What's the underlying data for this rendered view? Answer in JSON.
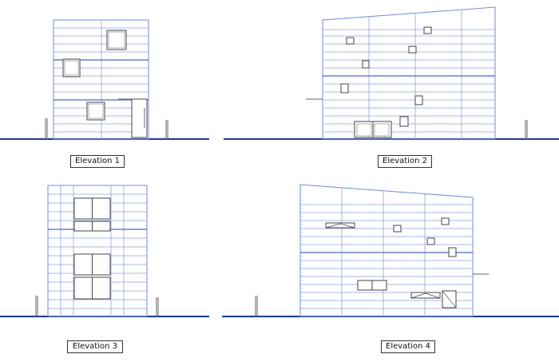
{
  "labels": {
    "elev1": "Elevation 1",
    "elev2": "Elevation 2",
    "elev3": "Elevation 3",
    "elev4": "Elevation 4"
  },
  "colors": {
    "ground": "#1a36b8",
    "siding": "#8aa2e6",
    "frame": "#6f8de0",
    "window": "#444444",
    "background": "#ffffff"
  }
}
